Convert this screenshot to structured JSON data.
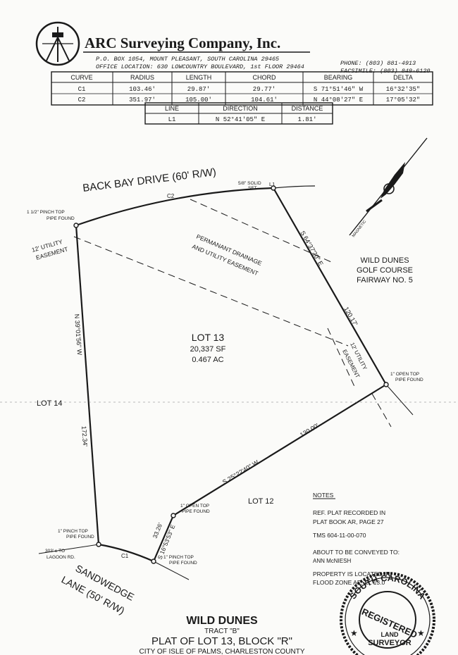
{
  "header": {
    "company": "ARC Surveying Company, Inc.",
    "address_line1": "P.O. BOX 1054, MOUNT PLEASANT, SOUTH CAROLINA 29465",
    "address_line2": "OFFICE LOCATION: 630 LOWCOUNTRY BOULEVARD, 1st FLOOR 29464",
    "phone": "PHONE: (803) 881-4913",
    "fax": "FACSIMILE: (803) 849-6120"
  },
  "curve_table": {
    "headers": [
      "CURVE",
      "RADIUS",
      "LENGTH",
      "CHORD",
      "BEARING",
      "DELTA"
    ],
    "rows": [
      [
        "C1",
        "103.46'",
        "29.87'",
        "29.77'",
        "S 71°51'46\" W",
        "16°32'35\""
      ],
      [
        "C2",
        "351.97'",
        "105.00'",
        "104.61'",
        "N 44°08'27\" E",
        "17°05'32\""
      ]
    ]
  },
  "line_table": {
    "headers": [
      "LINE",
      "DIRECTION",
      "DISTANCE"
    ],
    "rows": [
      [
        "L1",
        "N 52°41'05\" E",
        "1.81'"
      ]
    ]
  },
  "plat": {
    "street_top": "BACK BAY DRIVE (60' R/W)",
    "street_bottom_1": "SANDWEDGE",
    "street_bottom_2": "LANE (50' R/W)",
    "solid_set_1": "5/8\" SOLID",
    "solid_set_2": "SET",
    "label_l1": "L1",
    "label_c2": "C2",
    "label_c1": "C1",
    "pinch_top_left_1": "1 1/2\" PINCH TOP",
    "pinch_top_left_2": "PIPE FOUND",
    "utility_easement_left_1": "12' UTILITY",
    "utility_easement_left_2": "EASEMENT",
    "drainage_1": "PERMANANT DRAINAGE",
    "drainage_2": "AND UTILITY EASEMENT",
    "golf_1": "WILD DUNES",
    "golf_2": "GOLF COURSE",
    "golf_3": "FAIRWAY NO. 5",
    "magnetic": "MAGNETIC",
    "bearing_right": "S 64°37'20\" E",
    "distance_right": "120.17'",
    "utility_easement_right_1": "12' UTILITY",
    "utility_easement_right_2": "EASEMENT",
    "open_top_right_1": "1\" OPEN TOP",
    "open_top_right_2": "PIPE FOUND",
    "lot_name": "LOT 13",
    "lot_sf": "20,337 SF",
    "lot_ac": "0.467 AC",
    "bearing_left": "N 39°01'56\" W",
    "distance_left": "172.34'",
    "lot_14": "LOT 14",
    "lot_12": "LOT 12",
    "distance_bottom": "130.00'",
    "bearing_bottom": "S 25°22'40\" W",
    "open_top_mid_1": "1\" OPEN TOP",
    "open_top_mid_2": "PIPE FOUND",
    "bearing_short": "S 16°53'53\" E",
    "distance_short": "33.26'",
    "pinch_bottom_right_1": "1\" PINCH TOP",
    "pinch_bottom_right_2": "PIPE FOUND",
    "pinch_bottom_left_1": "1\" PINCH TOP",
    "pinch_bottom_left_2": "PIPE FOUND",
    "lagoon_1": "303' ± TO",
    "lagoon_2": "LAGOON RD."
  },
  "notes": {
    "title": "NOTES",
    "ref1": "REF. PLAT RECORDED IN",
    "ref2": "PLAT BOOK AR, PAGE 27",
    "tms": "TMS 604-11-00-070",
    "convey1": "ABOUT TO BE CONVEYED TO:",
    "convey2": "ANN McNIESH",
    "flood1": "PROPERTY IS LOCATED IN",
    "flood2": "FLOOD ZONE AE, EL 13.0"
  },
  "title_block": {
    "line1": "WILD DUNES",
    "line2": "TRACT \"B\"",
    "line3": "PLAT OF LOT 13, BLOCK \"R\"",
    "line4": "CITY OF ISLE OF PALMS, CHARLESTON COUNTY"
  },
  "seal": {
    "arc_text": "SOUTH CAROLINA",
    "registered": "REGISTERED",
    "land": "LAND",
    "surveyor": "SURVEYOR"
  },
  "colors": {
    "ink": "#1a1a1a",
    "paper": "#fbfbf9"
  }
}
